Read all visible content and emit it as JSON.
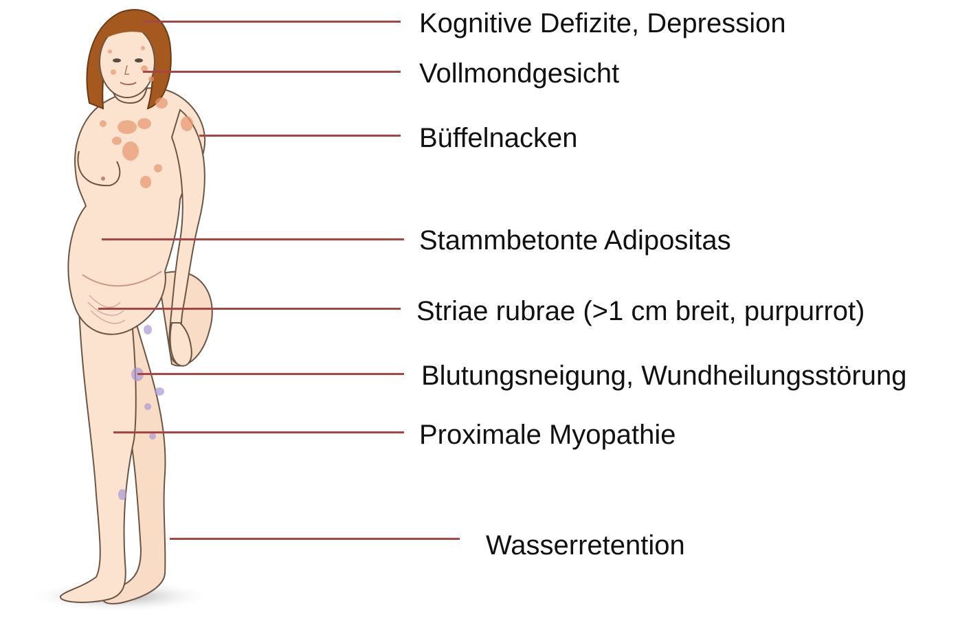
{
  "labels": {
    "cognitive": "Kognitive Defizite, Depression",
    "moonface": "Vollmondgesicht",
    "buffalo": "Büffelnacken",
    "adiposity": "Stammbetonte Adipositas",
    "striae": "Striae rubrae (>1 cm breit, purpurrot)",
    "bleeding": "Blutungsneigung, Wundheilungsstörung",
    "myopathy": "Proximale Myopathie",
    "water": "Wasserretention"
  },
  "colors": {
    "leader": "#a84444",
    "skin": "#fbe3cf",
    "skin_outline": "#6a5545",
    "hair": "#a5591f",
    "blush_spots": "#e99a74",
    "bruise_spots": "#a99ad4",
    "shadow": "#bdbdbd"
  }
}
